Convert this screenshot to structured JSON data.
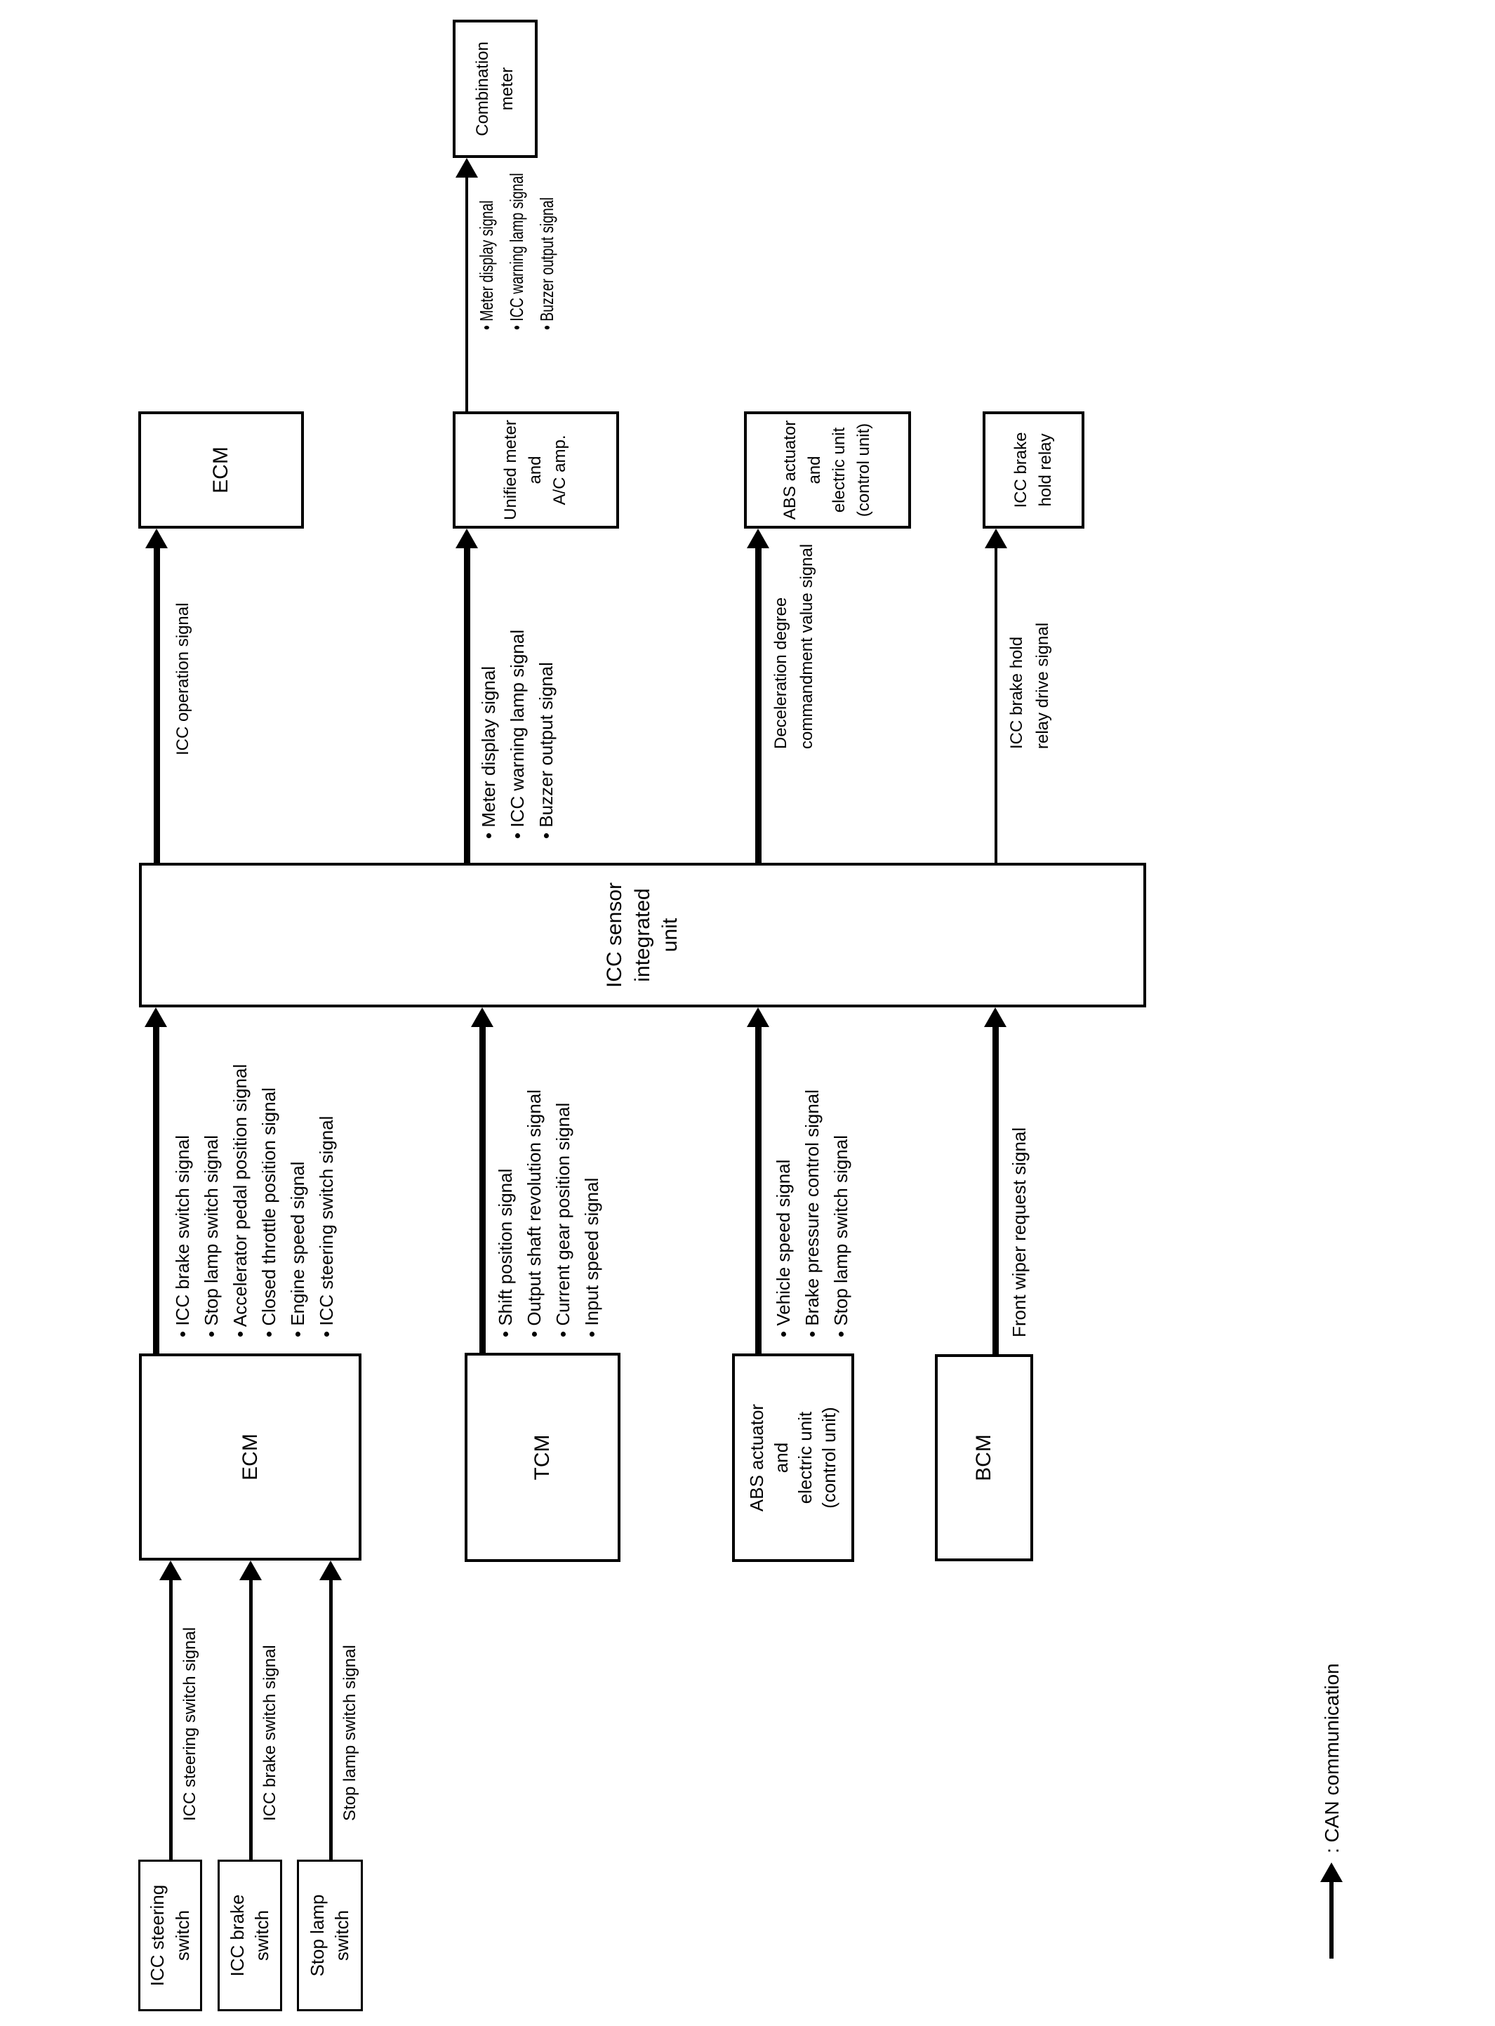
{
  "center_unit": {
    "label": "ICC sensor\nintegrated\nunit"
  },
  "legend": {
    "label": ": CAN communication"
  },
  "sources": {
    "switches": [
      {
        "label": "ICC steering\nswitch",
        "signal": "ICC steering switch signal"
      },
      {
        "label": "ICC brake\nswitch",
        "signal": "ICC brake switch signal"
      },
      {
        "label": "Stop lamp\nswitch",
        "signal": "Stop lamp switch signal"
      }
    ],
    "modules": [
      {
        "label": "ECM",
        "signals": [
          "• ICC brake switch signal",
          "• Stop lamp switch signal",
          "• Accelerator pedal position signal",
          "• Closed throttle position signal",
          "• Engine speed signal",
          "• ICC steering switch signal"
        ]
      },
      {
        "label": "TCM",
        "signals": [
          "• Shift position signal",
          "• Output shaft revolution signal",
          "• Current gear position signal",
          "• Input speed signal"
        ]
      },
      {
        "label": "ABS actuator\nand\nelectric unit\n(control unit)",
        "signals": [
          "• Vehicle speed signal",
          "• Brake pressure control signal",
          "• Stop lamp switch signal"
        ]
      },
      {
        "label": "BCM",
        "signals": [
          "Front wiper request signal"
        ]
      }
    ]
  },
  "targets": {
    "modules": [
      {
        "label": "ECM",
        "signals": [
          "ICC operation signal"
        ]
      },
      {
        "label": "Unified meter\nand\nA/C amp.",
        "signals": [
          "• Meter display signal",
          "• ICC warning lamp signal",
          "• Buzzer output signal"
        ]
      },
      {
        "label": "ABS actuator\nand\nelectric unit\n(control unit)",
        "signals": [
          "Deceleration degree\ncommandment value signal"
        ]
      },
      {
        "label": "ICC brake\nhold relay",
        "signals": [
          "ICC brake hold\nrelay drive signal"
        ]
      }
    ],
    "combination_meter": {
      "label": "Combination\nmeter",
      "signals": [
        "• Meter display signal",
        "• ICC warning lamp signal",
        "• Buzzer output signal"
      ]
    }
  }
}
